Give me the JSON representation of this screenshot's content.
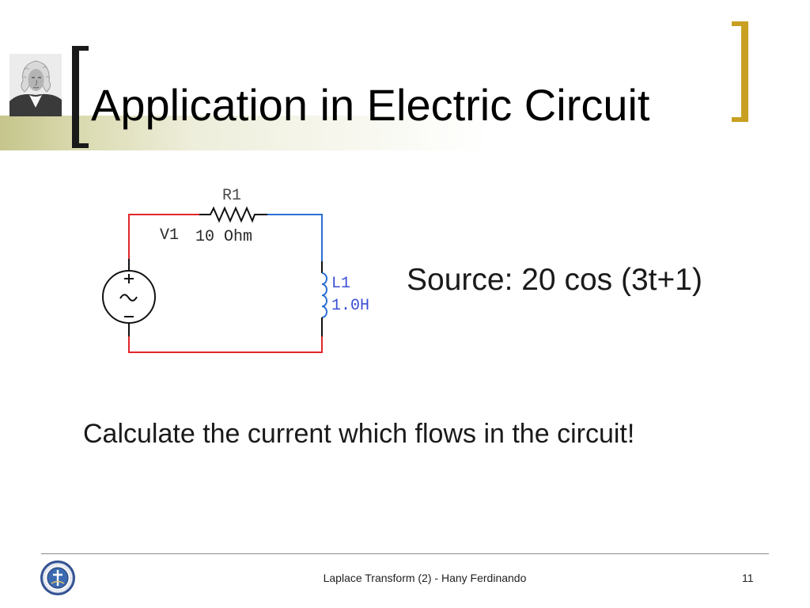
{
  "slide": {
    "title": "Application in Electric Circuit",
    "source_text": "Source: 20 cos (3t+1)",
    "question": "Calculate the current which flows in the circuit!"
  },
  "circuit": {
    "resistor": {
      "label": "R1",
      "value": "10 Ohm"
    },
    "source": {
      "label": "V1"
    },
    "inductor": {
      "label": "L1",
      "value": "1.0H"
    }
  },
  "footer": {
    "text": "Laplace Transform (2) - Hany Ferdinando",
    "page_number": "11"
  },
  "colors": {
    "accent_gold": "#c9a021",
    "bracket_dark": "#1a1a1a",
    "band_olive": "#c5c58c",
    "wire_red": "#e0262b",
    "wire_blue": "#2a6fd4",
    "label_blue": "#3a4fd6",
    "footer_line": "#8c8c8c"
  },
  "icons": {
    "portrait": "portrait-image",
    "logo": "university-seal-icon",
    "source_symbol": "ac-voltage-source-icon",
    "resistor_symbol": "resistor-icon",
    "inductor_symbol": "inductor-icon"
  }
}
